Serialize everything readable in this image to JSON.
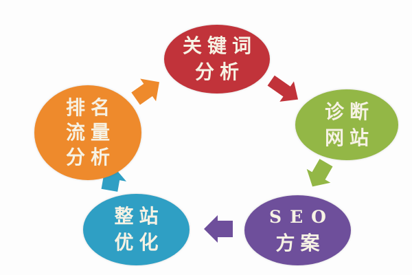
{
  "diagram": {
    "type": "cycle",
    "nodes": [
      {
        "id": "keyword",
        "lines": [
          "关键词",
          "分析"
        ],
        "color": "#c1333a"
      },
      {
        "id": "diagnose",
        "lines": [
          "诊断",
          "网站"
        ],
        "color": "#93b746"
      },
      {
        "id": "plan",
        "lines": [
          "SEO",
          "方案"
        ],
        "color": "#6e4f9b"
      },
      {
        "id": "optimize",
        "lines": [
          "整站",
          "优化"
        ],
        "color": "#2f9fc4"
      },
      {
        "id": "ranking",
        "lines": [
          "排名",
          "流量",
          "分析"
        ],
        "color": "#ee8a2c"
      }
    ],
    "edges": [
      {
        "from": "keyword",
        "to": "diagnose",
        "color": "#c1333a",
        "direction": "down-right"
      },
      {
        "from": "diagnose",
        "to": "plan",
        "color": "#93b746",
        "direction": "down-left"
      },
      {
        "from": "plan",
        "to": "optimize",
        "color": "#6e4f9b",
        "direction": "left"
      },
      {
        "from": "optimize",
        "to": "ranking",
        "color": "#2f9fc4",
        "direction": "up"
      },
      {
        "from": "ranking",
        "to": "keyword",
        "color": "#ee8a2c",
        "direction": "up-right"
      }
    ]
  }
}
